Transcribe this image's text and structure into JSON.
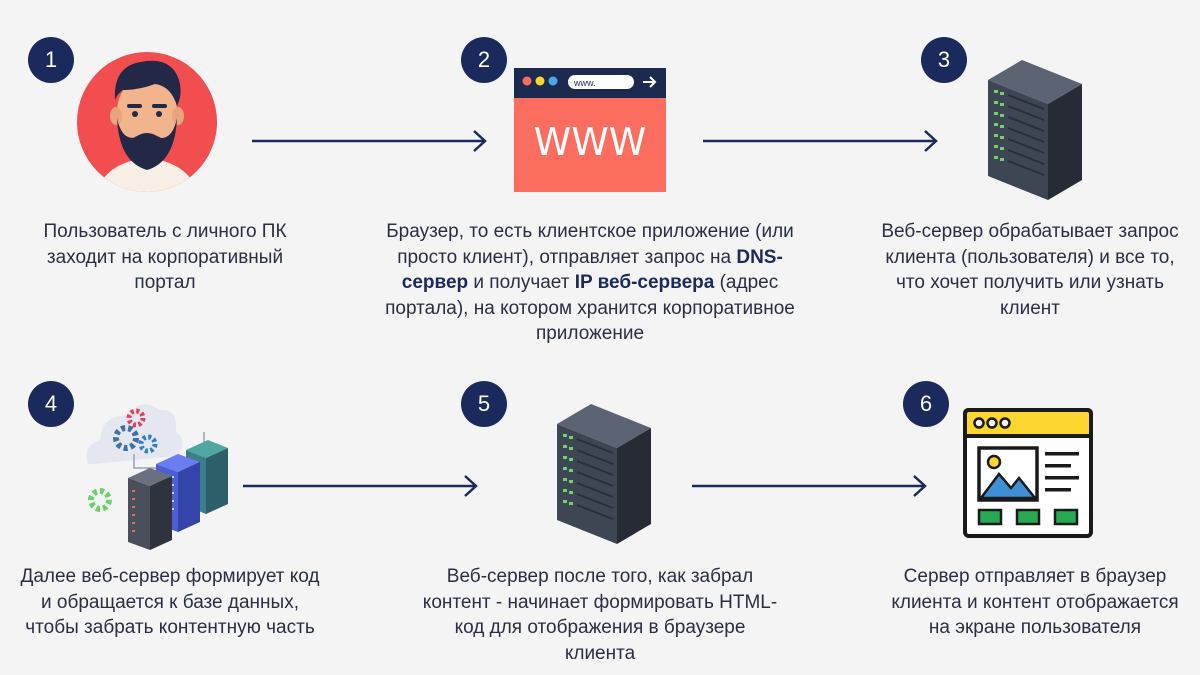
{
  "steps": [
    {
      "number": "1",
      "icon": "user-avatar-icon",
      "text": "Пользователь с личного ПК заходит на корпоративный портал"
    },
    {
      "number": "2",
      "icon": "browser-www-icon",
      "text_parts": [
        "Браузер, то есть клиентское приложение (или просто клиент), отправляет запрос на ",
        "DNS-сервер",
        " и получает ",
        "IP веб-сервера",
        " (адрес портала), на котором хранится корпоративное приложение"
      ],
      "browser_url": "www.",
      "browser_text": "WWW"
    },
    {
      "number": "3",
      "icon": "server-rack-icon",
      "text": "Веб-сервер обрабатывает запрос клиента (пользователя) и все то, что хочет получить или узнать клиент"
    },
    {
      "number": "4",
      "icon": "cloud-database-icon",
      "text": "Далее веб-сервер формирует код и обращается к базе данных, чтобы забрать контентную часть"
    },
    {
      "number": "5",
      "icon": "server-rack-icon",
      "text": "Веб-сервер после того, как забрал контент - начинает формировать HTML-код для отображения в браузере клиента"
    },
    {
      "number": "6",
      "icon": "web-page-icon",
      "text": "Сервер отправляет в браузер клиента и контент отображается на экране пользователя"
    }
  ],
  "colors": {
    "background": "#f4f4f4",
    "badge": "#1b2a5c",
    "arrow": "#1b2a5c",
    "browser": "#fb6d5e",
    "avatar_circle": "#f24d4f",
    "server": "#3e4553",
    "led_green": "#6fd36a",
    "page_header": "#fdd730",
    "page_button": "#27a853"
  }
}
